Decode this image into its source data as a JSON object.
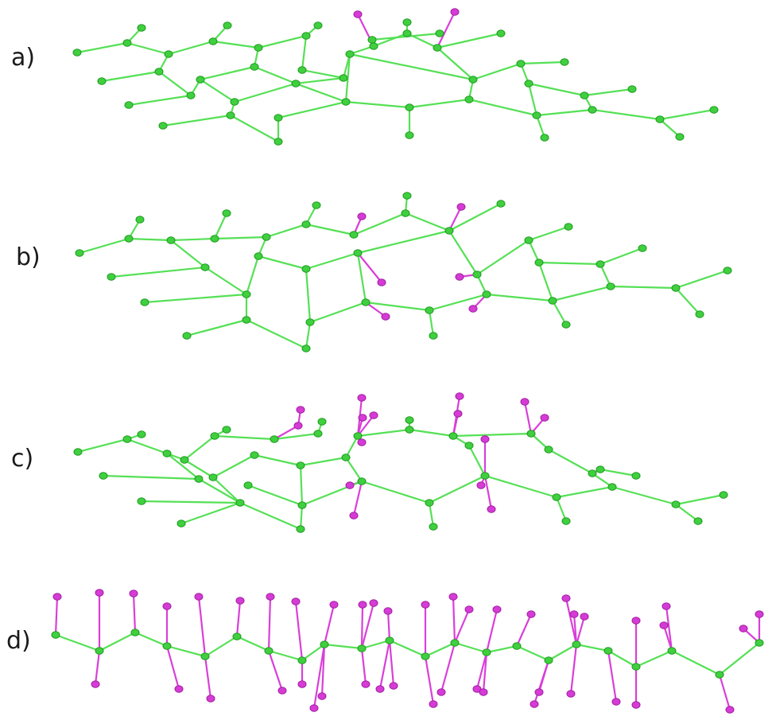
{
  "panels": [
    {
      "id": "a",
      "label": "a)"
    },
    {
      "id": "b",
      "label": "b)"
    },
    {
      "id": "c",
      "label": "c)"
    },
    {
      "id": "d",
      "label": "d)"
    }
  ],
  "colors": {
    "carbon_atom": "#3fcf3f",
    "carbon_bond": "#55e055",
    "substituent_atom": "#d63bd6",
    "substituent_bond": "#d93fd9",
    "background": "#ffffff"
  }
}
